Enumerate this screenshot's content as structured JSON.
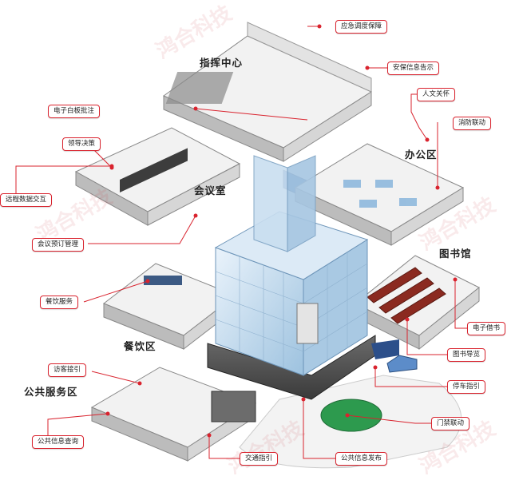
{
  "diagram": {
    "title": "智能建筑系统示意图",
    "zones": [
      {
        "id": "command",
        "label": "指挥中心"
      },
      {
        "id": "meeting",
        "label": "会议室"
      },
      {
        "id": "office",
        "label": "办公区"
      },
      {
        "id": "library",
        "label": "图书馆"
      },
      {
        "id": "dining",
        "label": "餐饮区"
      },
      {
        "id": "public",
        "label": "公共服务区"
      }
    ],
    "callouts": [
      {
        "id": "emergency",
        "label": "应急调度保障",
        "zone": "command"
      },
      {
        "id": "security-info",
        "label": "安保信息告示",
        "zone": "command"
      },
      {
        "id": "whiteboard",
        "label": "电子白板批注",
        "zone": "command"
      },
      {
        "id": "humanistic",
        "label": "人文关怀",
        "zone": "office"
      },
      {
        "id": "fire",
        "label": "消防联动",
        "zone": "office"
      },
      {
        "id": "leader",
        "label": "领导决策",
        "zone": "meeting"
      },
      {
        "id": "remote",
        "label": "远程数据交互",
        "zone": "meeting"
      },
      {
        "id": "booking",
        "label": "会议预订管理",
        "zone": "meeting"
      },
      {
        "id": "catering",
        "label": "餐饮服务",
        "zone": "dining"
      },
      {
        "id": "ebook",
        "label": "电子借书",
        "zone": "library"
      },
      {
        "id": "libguide",
        "label": "图书导览",
        "zone": "library"
      },
      {
        "id": "parking",
        "label": "停车指引",
        "zone": "public"
      },
      {
        "id": "visitor",
        "label": "访客接引",
        "zone": "public"
      },
      {
        "id": "pubquery",
        "label": "公共信息查询",
        "zone": "public"
      },
      {
        "id": "traffic",
        "label": "交通指引",
        "zone": "public"
      },
      {
        "id": "pubrelease",
        "label": "公共信息发布",
        "zone": "public"
      },
      {
        "id": "access",
        "label": "门禁联动",
        "zone": "public"
      }
    ],
    "watermark": "鸿合科技",
    "colors": {
      "accent": "#d9232e",
      "glass": "#cfe3f2",
      "floor": "#f2f2f2",
      "wall": "#bcbcbc",
      "dark": "#4a4a4a"
    }
  }
}
